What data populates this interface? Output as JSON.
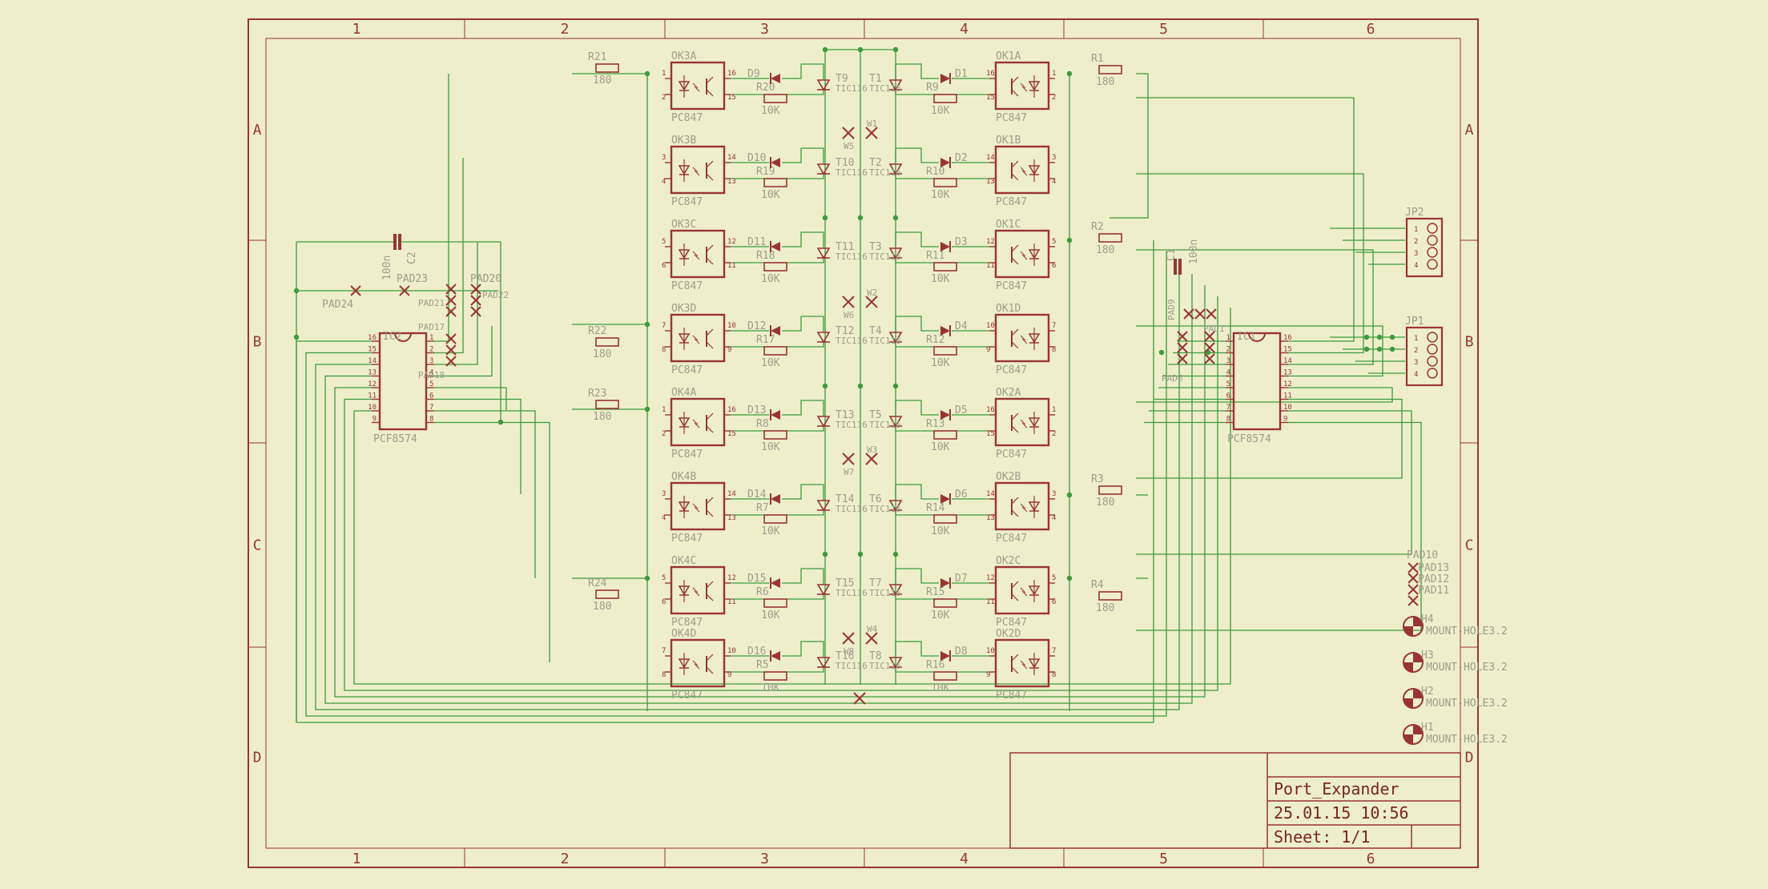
{
  "colors": {
    "background": "#eeeecb",
    "component": "#9a3434",
    "net": "#3e9a3e",
    "label": "#9e9e8c"
  },
  "frame": {
    "columns": [
      "1",
      "2",
      "3",
      "4",
      "5",
      "6"
    ],
    "rows": [
      "A",
      "B",
      "C",
      "D"
    ]
  },
  "title_block": {
    "title": "Port_Expander",
    "date": "25.01.15 10:56",
    "sheet": "Sheet: 1/1"
  },
  "optocouplers": [
    {
      "name": "OK3A",
      "value": "PC847",
      "pins": [
        "1",
        "2",
        "16",
        "15"
      ],
      "r_in": "R21",
      "r_in_val": "180",
      "r_out": "R20",
      "diode": "D9",
      "triac": "T9"
    },
    {
      "name": "OK3B",
      "value": "PC847",
      "pins": [
        "3",
        "4",
        "14",
        "13"
      ],
      "r_in": "",
      "r_in_val": "",
      "r_out": "R19",
      "diode": "D10",
      "triac": "T10"
    },
    {
      "name": "OK3C",
      "value": "PC847",
      "pins": [
        "5",
        "6",
        "12",
        "11"
      ],
      "r_in": "",
      "r_in_val": "",
      "r_out": "R18",
      "diode": "D11",
      "triac": "T11"
    },
    {
      "name": "OK3D",
      "value": "PC847",
      "pins": [
        "7",
        "8",
        "10",
        "9"
      ],
      "r_in": "R22",
      "r_in_val": "180",
      "r_out": "R17",
      "diode": "D12",
      "triac": "T12"
    },
    {
      "name": "OK4A",
      "value": "PC847",
      "pins": [
        "1",
        "2",
        "16",
        "15"
      ],
      "r_in": "R23",
      "r_in_val": "180",
      "r_out": "R8",
      "diode": "D13",
      "triac": "T13"
    },
    {
      "name": "OK4B",
      "value": "PC847",
      "pins": [
        "3",
        "4",
        "14",
        "13"
      ],
      "r_in": "",
      "r_in_val": "",
      "r_out": "R7",
      "diode": "D14",
      "triac": "T14"
    },
    {
      "name": "OK4C",
      "value": "PC847",
      "pins": [
        "5",
        "6",
        "12",
        "11"
      ],
      "r_in": "R24",
      "r_in_val": "180",
      "r_out": "R6",
      "diode": "D15",
      "triac": "T15"
    },
    {
      "name": "OK4D",
      "value": "PC847",
      "pins": [
        "7",
        "8",
        "10",
        "9"
      ],
      "r_in": "",
      "r_in_val": "",
      "r_out": "R5",
      "diode": "D16",
      "triac": "T16"
    },
    {
      "name": "OK1A",
      "value": "PC847",
      "pins": [
        "16",
        "15",
        "1",
        "2"
      ],
      "r_in": "R1",
      "r_in_val": "180",
      "r_out": "R9",
      "diode": "D1",
      "triac": "T1"
    },
    {
      "name": "OK1B",
      "value": "PC847",
      "pins": [
        "14",
        "13",
        "3",
        "4"
      ],
      "r_in": "",
      "r_in_val": "",
      "r_out": "R10",
      "diode": "D2",
      "triac": "T2"
    },
    {
      "name": "OK1C",
      "value": "PC847",
      "pins": [
        "12",
        "11",
        "5",
        "6"
      ],
      "r_in": "R2",
      "r_in_val": "180",
      "r_out": "R11",
      "diode": "D3",
      "triac": "T3"
    },
    {
      "name": "OK1D",
      "value": "PC847",
      "pins": [
        "10",
        "9",
        "7",
        "8"
      ],
      "r_in": "",
      "r_in_val": "",
      "r_out": "R12",
      "diode": "D4",
      "triac": "T4"
    },
    {
      "name": "OK2A",
      "value": "PC847",
      "pins": [
        "16",
        "15",
        "1",
        "2"
      ],
      "r_in": "",
      "r_in_val": "",
      "r_out": "R13",
      "diode": "D5",
      "triac": "T5"
    },
    {
      "name": "OK2B",
      "value": "PC847",
      "pins": [
        "14",
        "13",
        "3",
        "4"
      ],
      "r_in": "R3",
      "r_in_val": "180",
      "r_out": "R14",
      "diode": "D6",
      "triac": "T6"
    },
    {
      "name": "OK2C",
      "value": "PC847",
      "pins": [
        "12",
        "11",
        "5",
        "6"
      ],
      "r_in": "R4",
      "r_in_val": "180",
      "r_out": "R15",
      "diode": "D7",
      "triac": "T7"
    },
    {
      "name": "OK2D",
      "value": "PC847",
      "pins": [
        "10",
        "9",
        "7",
        "8"
      ],
      "r_in": "",
      "r_in_val": "",
      "r_out": "R16",
      "diode": "D8",
      "triac": "T8"
    }
  ],
  "resistor_value_out": "10K",
  "triac_value": "TIC116",
  "wire_bridges": [
    "W1",
    "W5",
    "W2",
    "W6",
    "W3",
    "W7",
    "W4",
    "W8"
  ],
  "ic_left": {
    "name": "IC2",
    "value": "PCF8574",
    "pins_left": [
      "16",
      "15",
      "14",
      "13",
      "12",
      "11",
      "10",
      "9"
    ],
    "pins_right": [
      "1",
      "2",
      "3",
      "4",
      "5",
      "6",
      "7",
      "8"
    ]
  },
  "ic_right": {
    "name": "IC1",
    "value": "PCF8574",
    "pins_left": [
      "1",
      "2",
      "3",
      "4",
      "5",
      "6",
      "7",
      "8"
    ],
    "pins_right": [
      "16",
      "15",
      "14",
      "13",
      "12",
      "11",
      "10",
      "9"
    ]
  },
  "capacitors": [
    {
      "name": "C2",
      "value": "100n"
    },
    {
      "name": "C1",
      "value": "100n"
    }
  ],
  "pads_left": [
    "PAD24",
    "PAD23",
    "PAD20",
    "PAD21",
    "PAD22",
    "PAD17",
    "PAD18"
  ],
  "pads_right": [
    "PAD9",
    "PAD1",
    "PAD6"
  ],
  "pads_corner": [
    "PAD10",
    "PAD13",
    "PAD12",
    "PAD11"
  ],
  "connectors": [
    {
      "name": "JP2",
      "pins": [
        "1",
        "2",
        "3",
        "4"
      ]
    },
    {
      "name": "JP1",
      "pins": [
        "1",
        "2",
        "3",
        "4"
      ]
    }
  ],
  "mount_holes": [
    {
      "name": "H4",
      "value": "MOUNT-HOLE3.2"
    },
    {
      "name": "H3",
      "value": "MOUNT-HOLE3.2"
    },
    {
      "name": "H2",
      "value": "MOUNT-HOLE3.2"
    },
    {
      "name": "H1",
      "value": "MOUNT-HOLE3.2"
    }
  ]
}
